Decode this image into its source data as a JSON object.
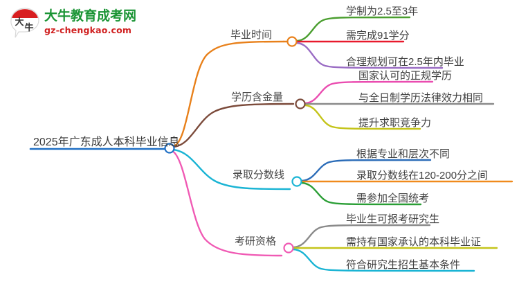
{
  "logo": {
    "mark_text": "大牛",
    "title": "大牛教育成考网",
    "subtitle": "gz-chengkao.com",
    "title_color": "#1a9434",
    "subtitle_color": "#d02020",
    "mark_icon": "speech-bubble-logo-icon"
  },
  "mindmap": {
    "root": {
      "label": "2025年广东成人本科毕业信息",
      "color": "#1f6fc4"
    },
    "branches": [
      {
        "label": "毕业时间",
        "color": "#e8801a",
        "children": [
          {
            "label": "学制为2.5至3年",
            "color": "#4a9e2f"
          },
          {
            "label": "需完成91学分",
            "color": "#e8192c"
          },
          {
            "label": "合理规划可在2.5年内毕业",
            "color": "#9a6cc4"
          }
        ]
      },
      {
        "label": "学历含金量",
        "color": "#7b4a3a",
        "children": [
          {
            "label": "国家认可的正规学历",
            "color": "#ea4cb0"
          },
          {
            "label": "与全日制学历法律效力相同",
            "color": "#8a8a8a"
          },
          {
            "label": "提升求职竞争力",
            "color": "#c4c41a"
          }
        ]
      },
      {
        "label": "录取分数线",
        "color": "#1ab4d4",
        "children": [
          {
            "label": "根据专业和层次不同",
            "color": "#2b6cb8"
          },
          {
            "label": "录取分数线在120-200分之间",
            "color": "#f08a1c"
          },
          {
            "label": "需参加全国统考",
            "color": "#2a9e35"
          }
        ]
      },
      {
        "label": "考研资格",
        "color": "#f05ab4",
        "children": [
          {
            "label": "毕业生可报考研究生",
            "color": "#8a8a8a"
          },
          {
            "label": "需持有国家承认的本科毕业证",
            "color": "#c4c41a"
          },
          {
            "label": "符合研究生招生基本条件",
            "color": "#1ab4d4"
          }
        ]
      }
    ]
  }
}
